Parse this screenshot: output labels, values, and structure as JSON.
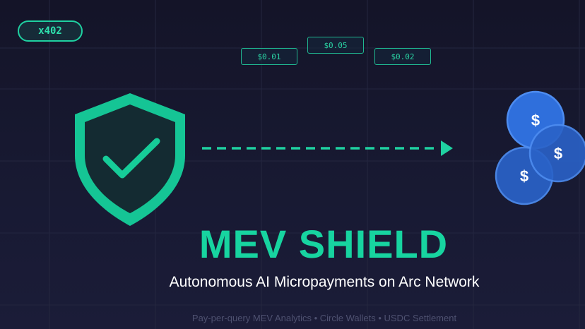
{
  "badge": {
    "label": "x402"
  },
  "prices": [
    "$0.01",
    "$0.05",
    "$0.02"
  ],
  "title": "MEV SHIELD",
  "subtitle": "Autonomous AI Micropayments on Arc Network",
  "footer": "Pay-per-query MEV Analytics • Circle Wallets • USDC Settlement",
  "coins": {
    "symbol": "$"
  },
  "icons": {
    "shield": "shield-check-icon",
    "arrow": "dashed-arrow-right",
    "coin": "dollar-coin-icon"
  },
  "colors": {
    "accent": "#17d4a0",
    "coin": "#2f6fdc",
    "background": "#151629"
  }
}
